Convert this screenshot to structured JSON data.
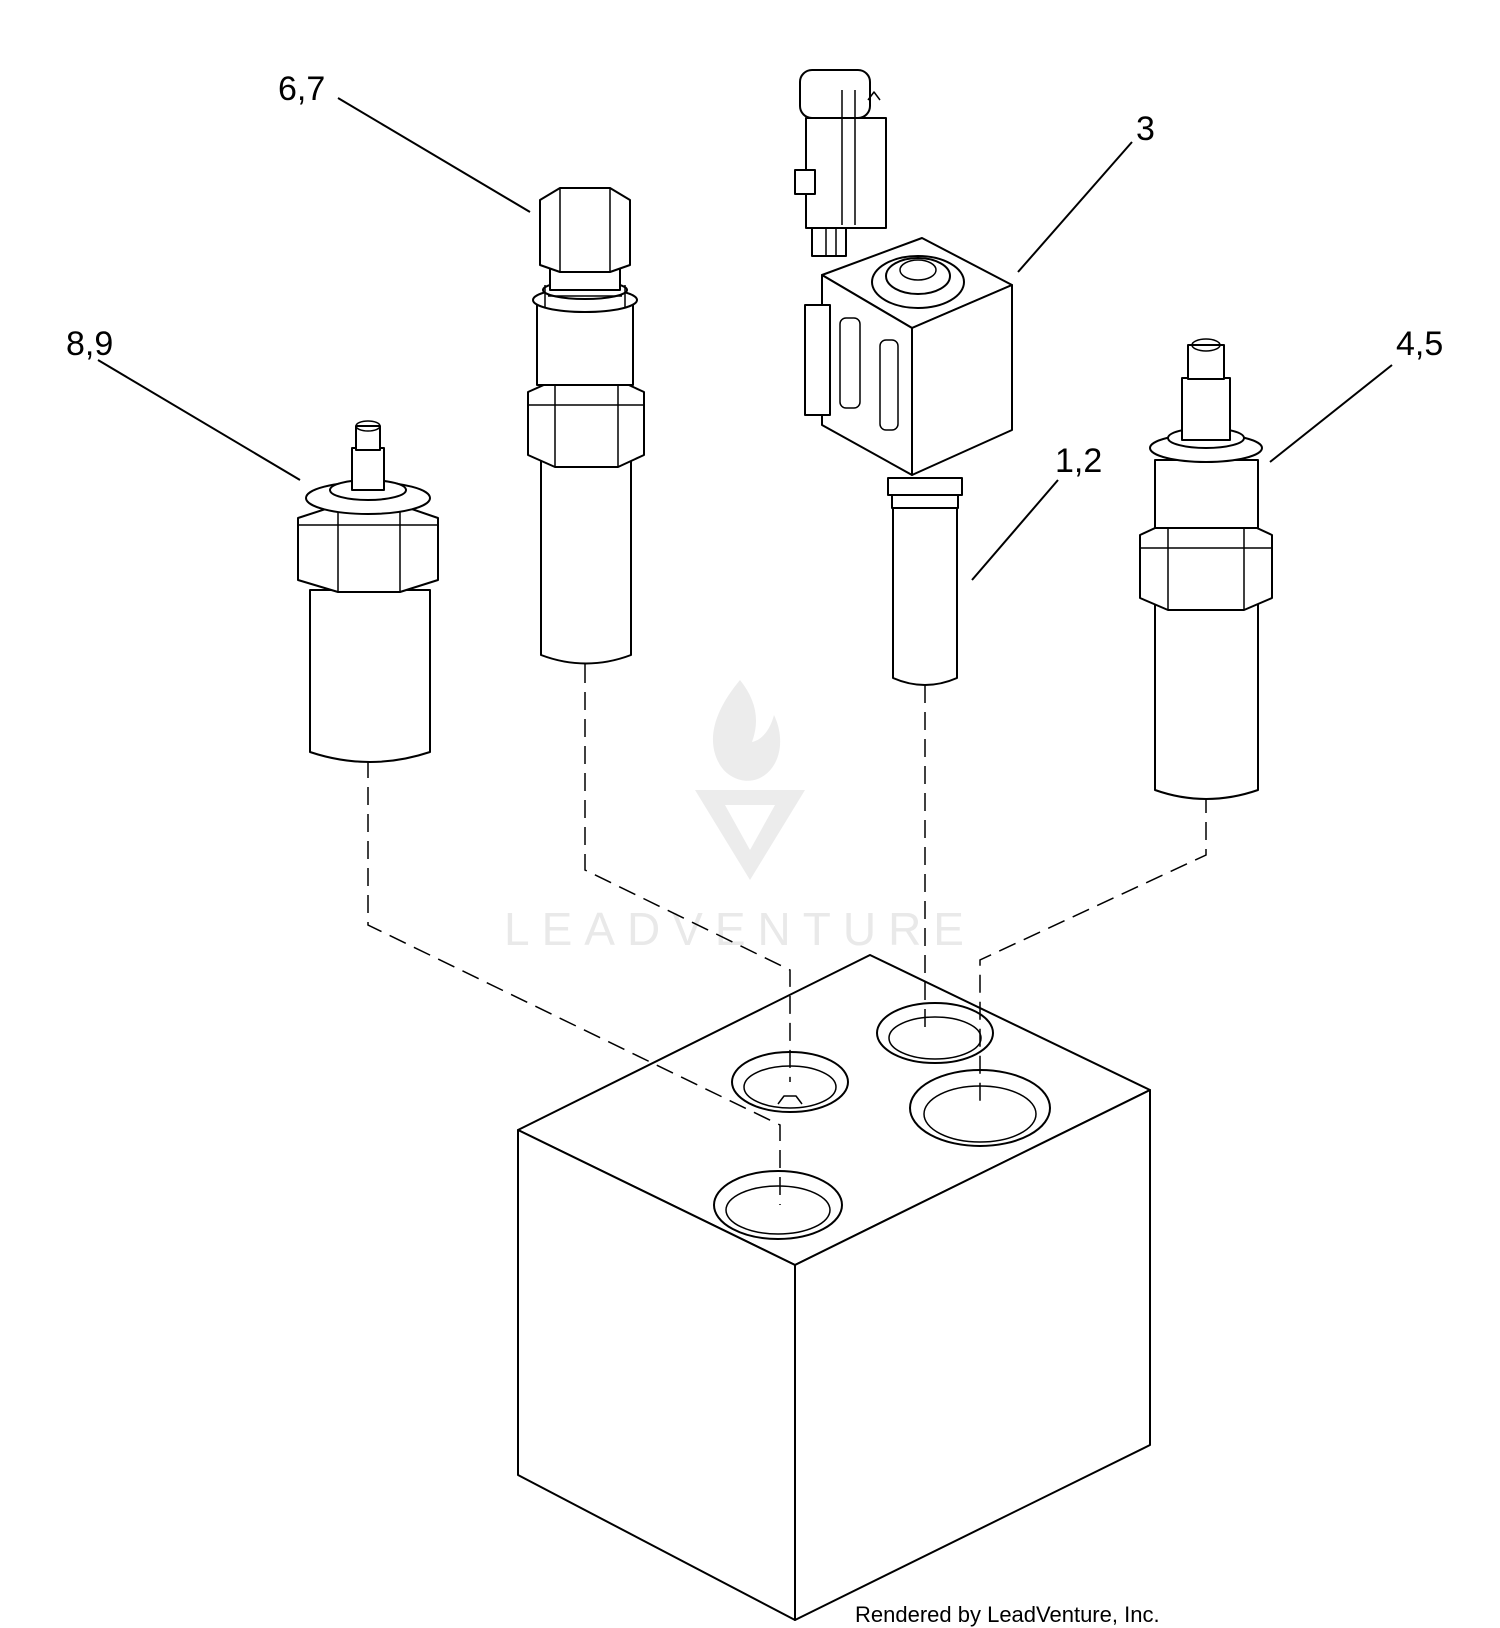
{
  "callouts": {
    "top_left": "6,7",
    "top_right": "3",
    "mid_left": "8,9",
    "mid_right": "4,5",
    "center": "1,2"
  },
  "watermark": {
    "text": "LEADVENTURE",
    "color": "#e9e9e9"
  },
  "footer": {
    "credit": "Rendered by LeadVenture, Inc."
  },
  "colors": {
    "line": "#000000",
    "background": "#ffffff"
  }
}
